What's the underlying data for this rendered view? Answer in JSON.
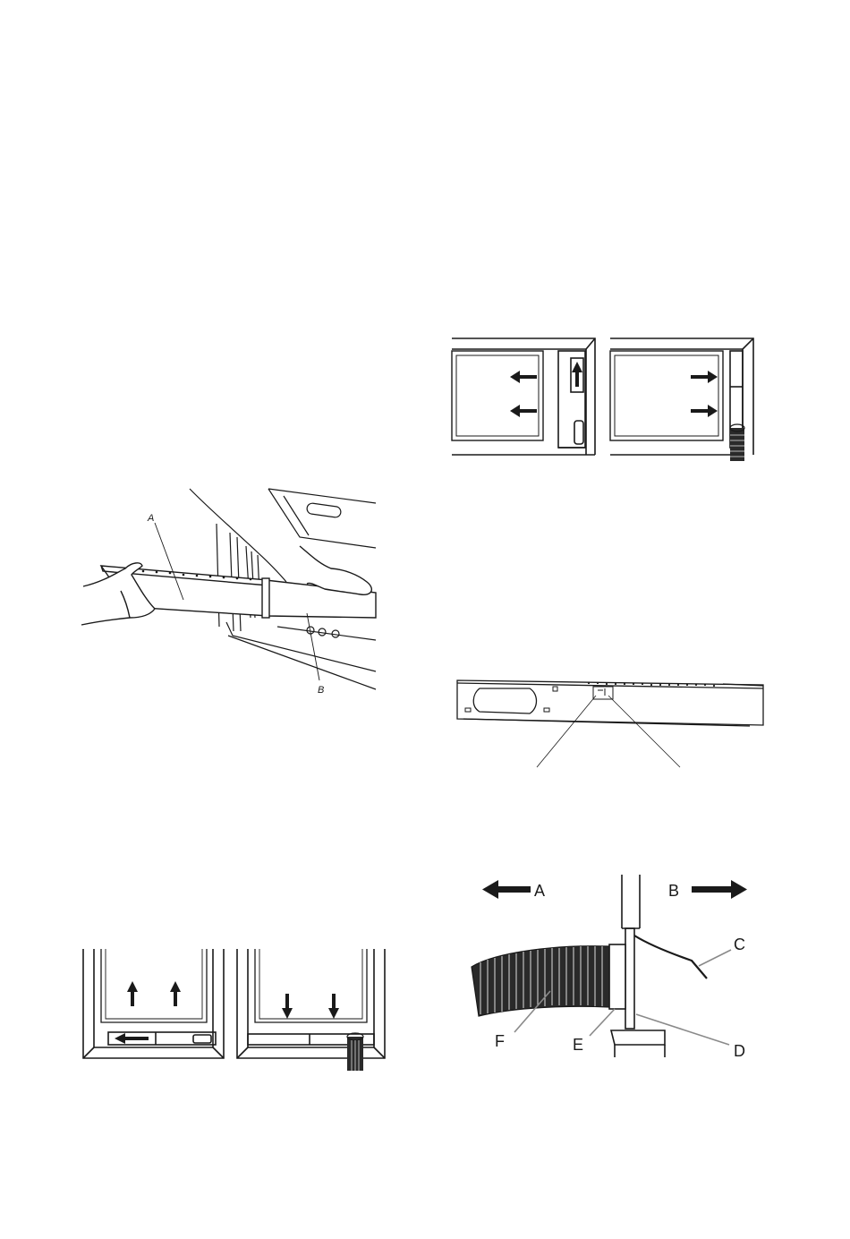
{
  "figure_slider_install": {
    "label_a": "A",
    "label_b": "B"
  },
  "figure_hose_assembly": {
    "label_a": "A",
    "label_b": "B",
    "label_c": "C",
    "label_d": "D",
    "label_e": "E",
    "label_f": "F"
  },
  "colors": {
    "ink": "#1a1a1a",
    "leader_gray": "#8a8a8a",
    "hose_fill": "#2a2a2a"
  }
}
